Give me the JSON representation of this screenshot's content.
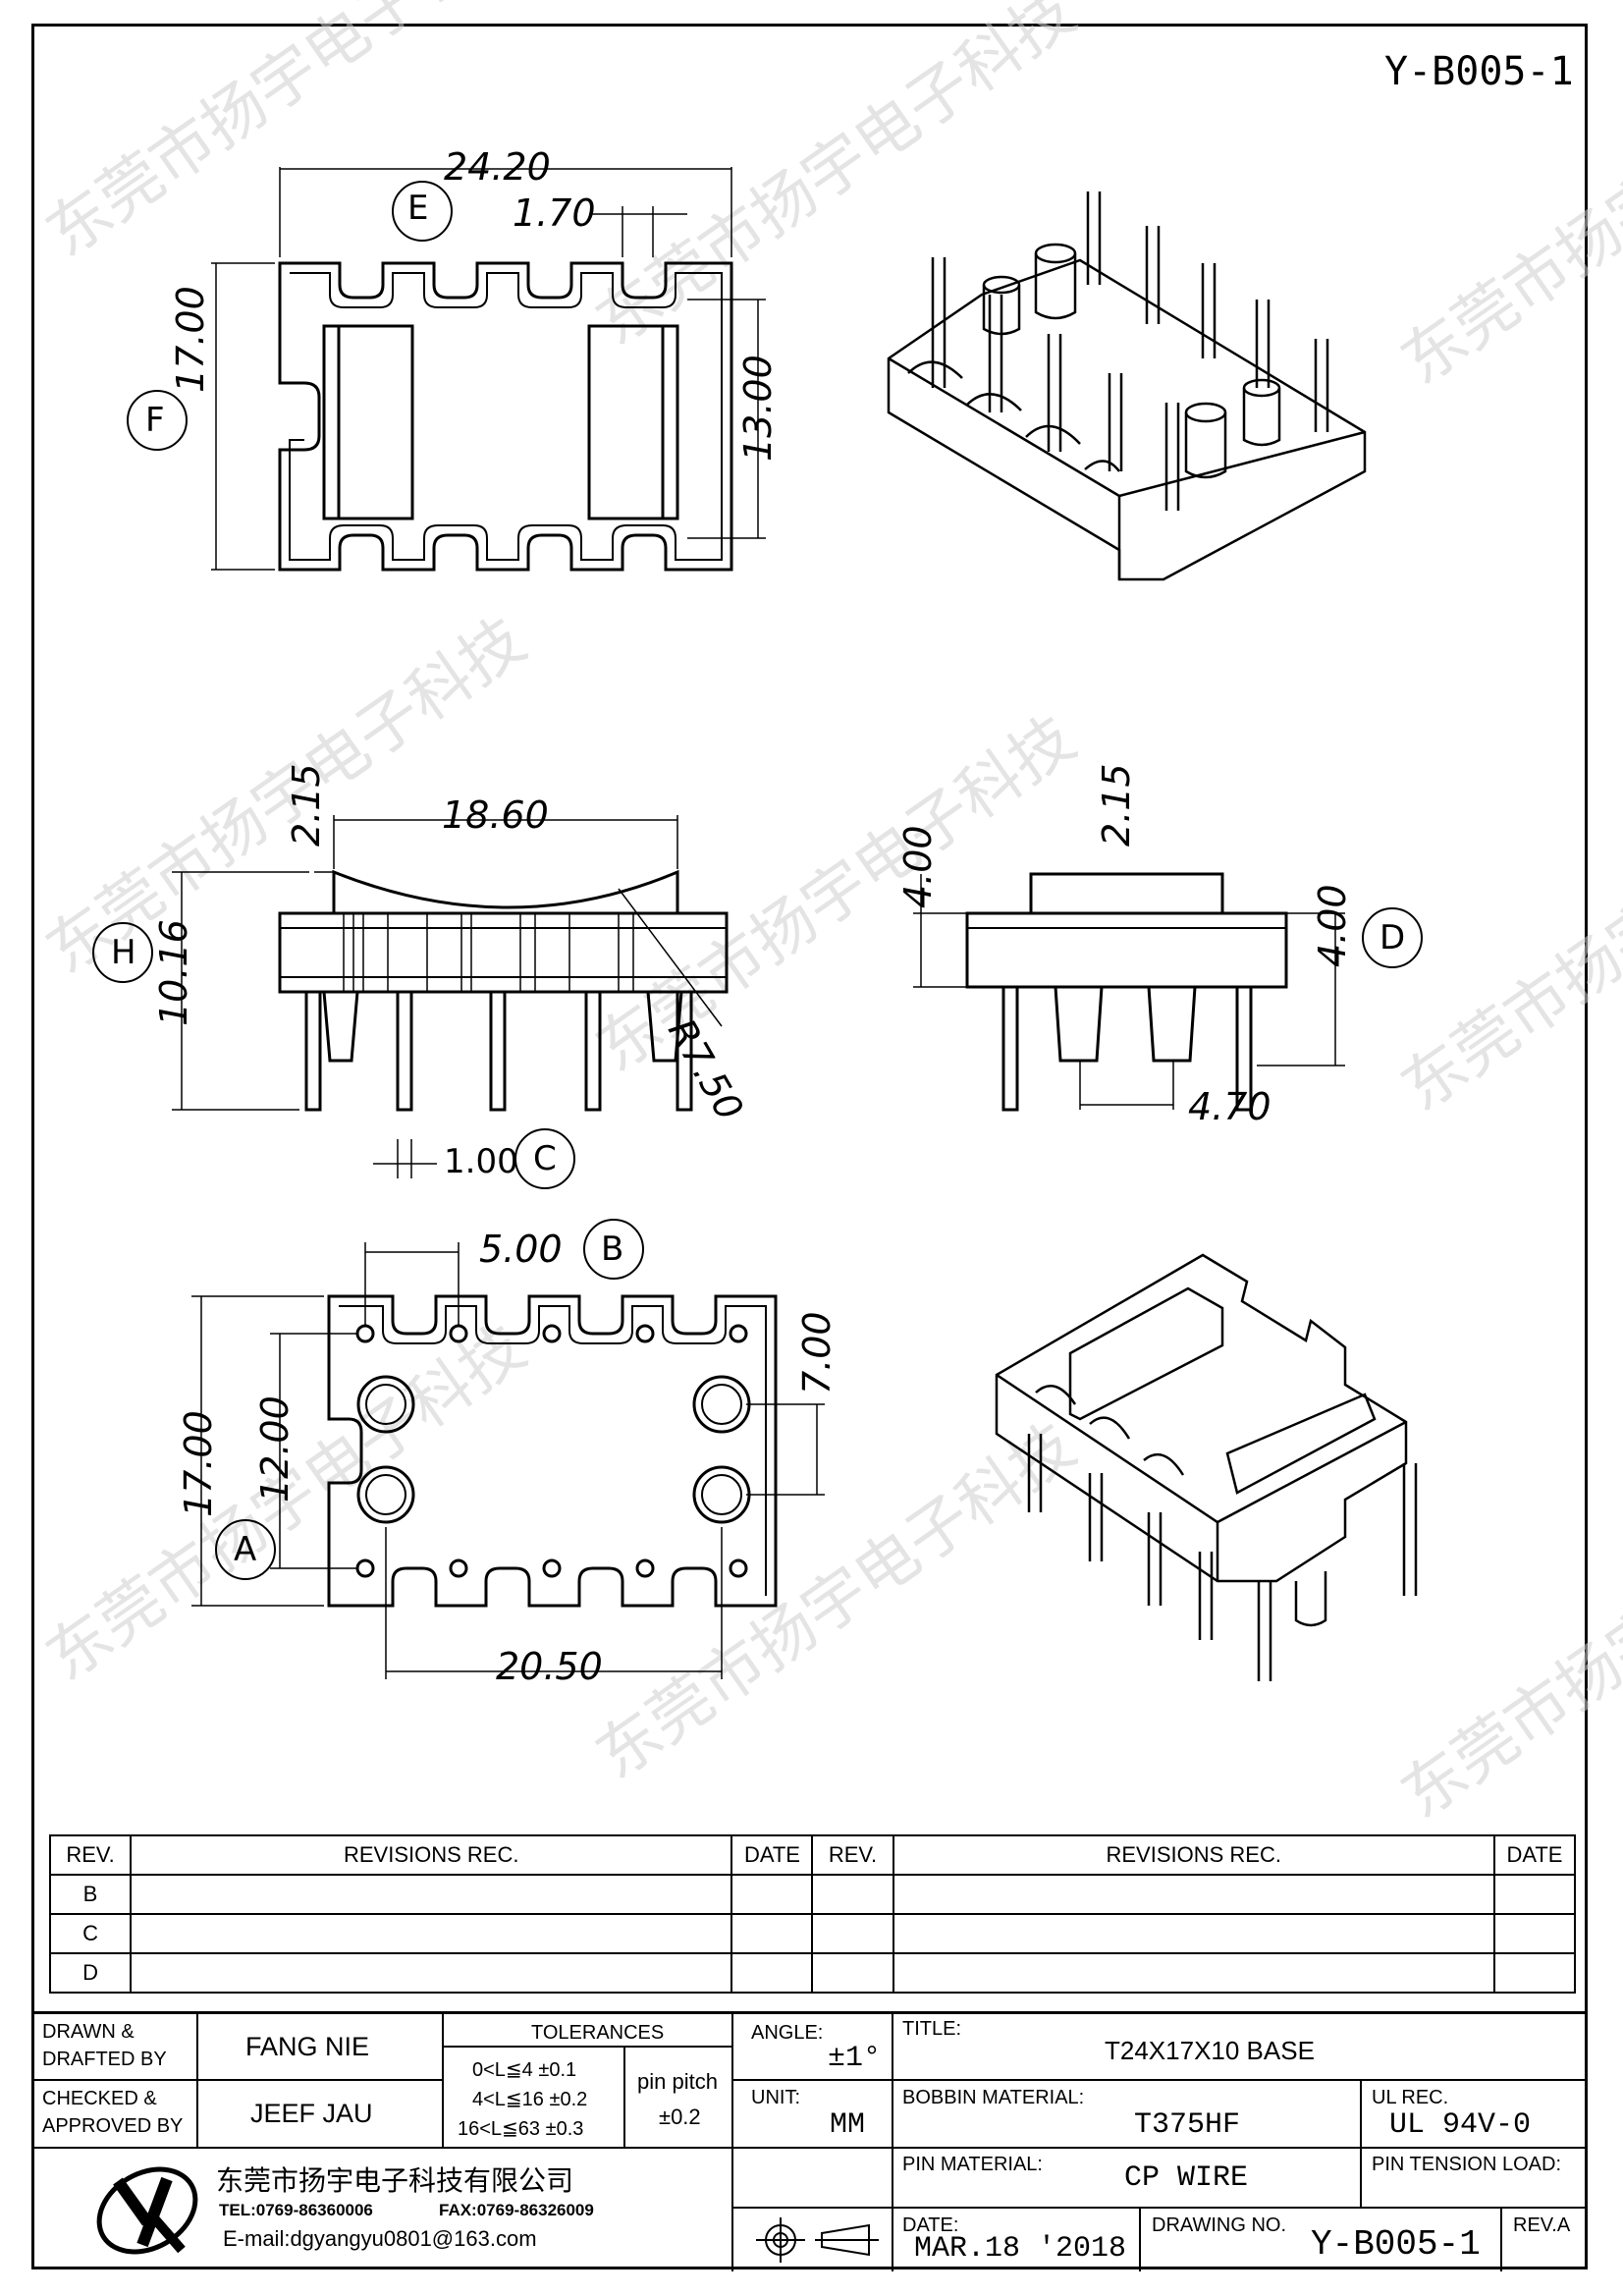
{
  "drawing_id": "Y-B005-1",
  "watermark": "东莞市扬宇电子科技",
  "dimensions": {
    "top_width": "24.20",
    "slot_width": "1.70",
    "overall_depth": "17.00",
    "inner_depth": "13.00",
    "side_width": "18.60",
    "flange": "2.15",
    "height": "10.16",
    "radius": "R7.50",
    "pin_dia": "1.00",
    "end_flange": "2.15",
    "end_h1": "4.00",
    "end_h2": "4.00",
    "post_pitch": "4.70",
    "pin_pitch": "5.00",
    "post_span": "7.00",
    "bottom_depth": "17.00",
    "bottom_inner": "12.00",
    "bottom_width": "20.50"
  },
  "balloons": {
    "e": "E",
    "f": "F",
    "h": "H",
    "c": "C",
    "d": "D",
    "b": "B",
    "a": "A"
  },
  "revisions": {
    "headers": {
      "rev": "REV.",
      "rec": "REVISIONS   REC.",
      "date": "DATE"
    },
    "rows": [
      "B",
      "C",
      "D"
    ]
  },
  "title_block": {
    "drawn_label": "DRAWN &\nDRAFTED BY",
    "drawn_value": "FANG NIE",
    "checked_label": "CHECKED &\nAPPROVED BY",
    "checked_value": "JEEF JAU",
    "tolerances_label": "TOLERANCES",
    "tol_1": "0<L≦4    ±0.1",
    "tol_2": "4<L≦16  ±0.2",
    "tol_3": "16<L≦63  ±0.3",
    "pin_pitch_label": "pin  pitch",
    "pin_pitch_value": "±0.2",
    "angle_label": "ANGLE:",
    "angle_value": "±1°",
    "unit_label": "UNIT:",
    "unit_value": "MM",
    "title_label": "TITLE:",
    "title_value": "T24X17X10 BASE",
    "bobbin_label": "BOBBIN  MATERIAL:",
    "bobbin_value": "T375HF",
    "ul_label": "UL REC.",
    "ul_value": "UL  94V-0",
    "pin_mat_label": "PIN  MATERIAL:",
    "pin_mat_value": "CP  WIRE",
    "pin_tension_label": "PIN  TENSION  LOAD:",
    "company": "东莞市扬宇电子科技有限公司",
    "tel": "TEL:0769-86360006",
    "fax": "FAX:0769-86326009",
    "email": "E-mail:dgyangyu0801@163.com",
    "date_label": "DATE:",
    "date_value": "MAR.18  '2018",
    "drawing_no_label": "DRAWING  NO.",
    "drawing_no_value": "Y-B005-1",
    "rev_label": "REV.A"
  }
}
